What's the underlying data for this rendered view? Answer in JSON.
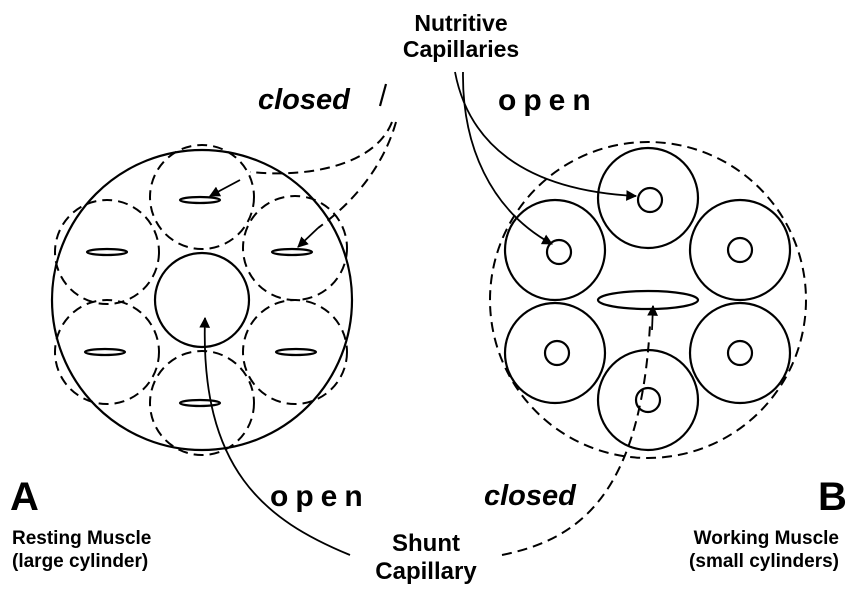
{
  "labels": {
    "nutritive_capillaries": [
      "Nutritive",
      "Capillaries"
    ],
    "shunt_capillary": [
      "Shunt",
      "Capillary"
    ],
    "closed_top": "closed",
    "open_top": "open",
    "open_bottom": "open",
    "closed_bottom": "closed",
    "panel_a": "A",
    "panel_b": "B",
    "resting_caption": [
      "Resting Muscle",
      "(large cylinder)"
    ],
    "working_caption": [
      "Working Muscle",
      "(small cylinders)"
    ]
  },
  "colors": {
    "ink": "#000000",
    "background": "#ffffff"
  }
}
